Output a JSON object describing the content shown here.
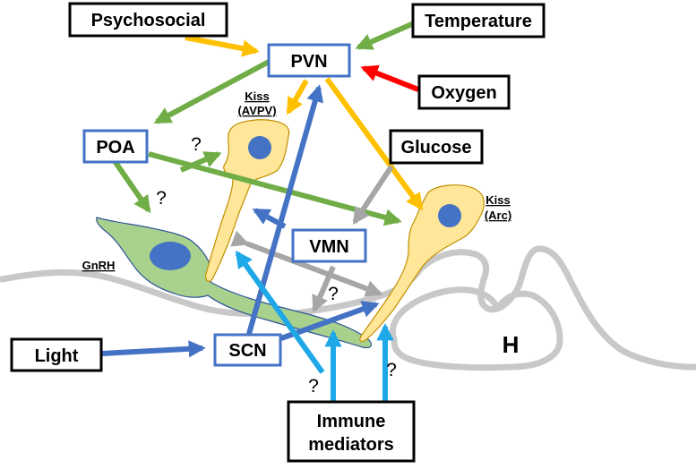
{
  "colors": {
    "green": "#70AD47",
    "yellow": "#FFC000",
    "red": "#FF0000",
    "blue": "#4472C4",
    "light_blue": "#1FA8E8",
    "grey": "#A6A6A6",
    "nucleus_border": "#4472C4",
    "cell_fill": "#FFE699",
    "gnrh_fill": "#A9D18E",
    "nucleus_fill": "#4472C4",
    "tissue_outline": "#C8C8C8"
  },
  "inputs": {
    "psychosocial": "Psychosocial",
    "temperature": "Temperature",
    "oxygen": "Oxygen",
    "glucose": "Glucose",
    "light": "Light",
    "immune_line1": "Immune",
    "immune_line2": "mediators"
  },
  "nuclei": {
    "pvn": "PVN",
    "poa": "POA",
    "vmn": "VMN",
    "scn": "SCN"
  },
  "cells": {
    "kiss_avpv_line1": "Kiss",
    "kiss_avpv_line2": "(AVPV)",
    "kiss_arc_line1": "Kiss",
    "kiss_arc_line2": "(Arc)",
    "gnrh": "GnRH"
  },
  "marks": {
    "question": "?",
    "hypothalamus": "H"
  }
}
